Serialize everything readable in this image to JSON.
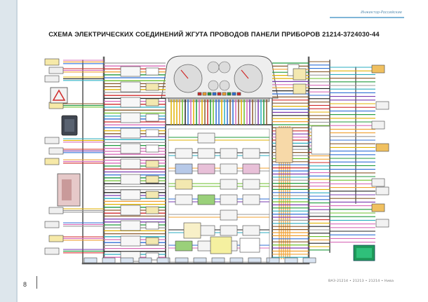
{
  "header": {
    "brand": "Инжектор-Российские",
    "title": "СХЕМА ЭЛЕКТРИЧЕСКИХ СОЕДИНЕНИЙ  ЖГУТА ПРОВОДОВ ПАНЕЛИ ПРИБОРОВ  21214-3724030-44"
  },
  "footer": {
    "page_number": "8",
    "caption": "ВАЗ-21214 • 21213 • 21214 • Нива"
  },
  "colors": {
    "left_stripe": "#dde6ec",
    "brand_accent": "#5a8fb3",
    "bus": "#5e5e5e",
    "wire_palette": [
      "#e0b200",
      "#2f6fd6",
      "#d02a2a",
      "#1f9a3c",
      "#8a5a2b",
      "#d86bb8",
      "#f0a030",
      "#2aaec0",
      "#7a3bb0",
      "#6bbf2a",
      "#222222",
      "#9a9a9a"
    ]
  },
  "instrument_cluster": {
    "gauges": [
      "tachometer",
      "speedometer",
      "fuel",
      "temperature",
      "voltmeter",
      "oil-pressure"
    ]
  }
}
